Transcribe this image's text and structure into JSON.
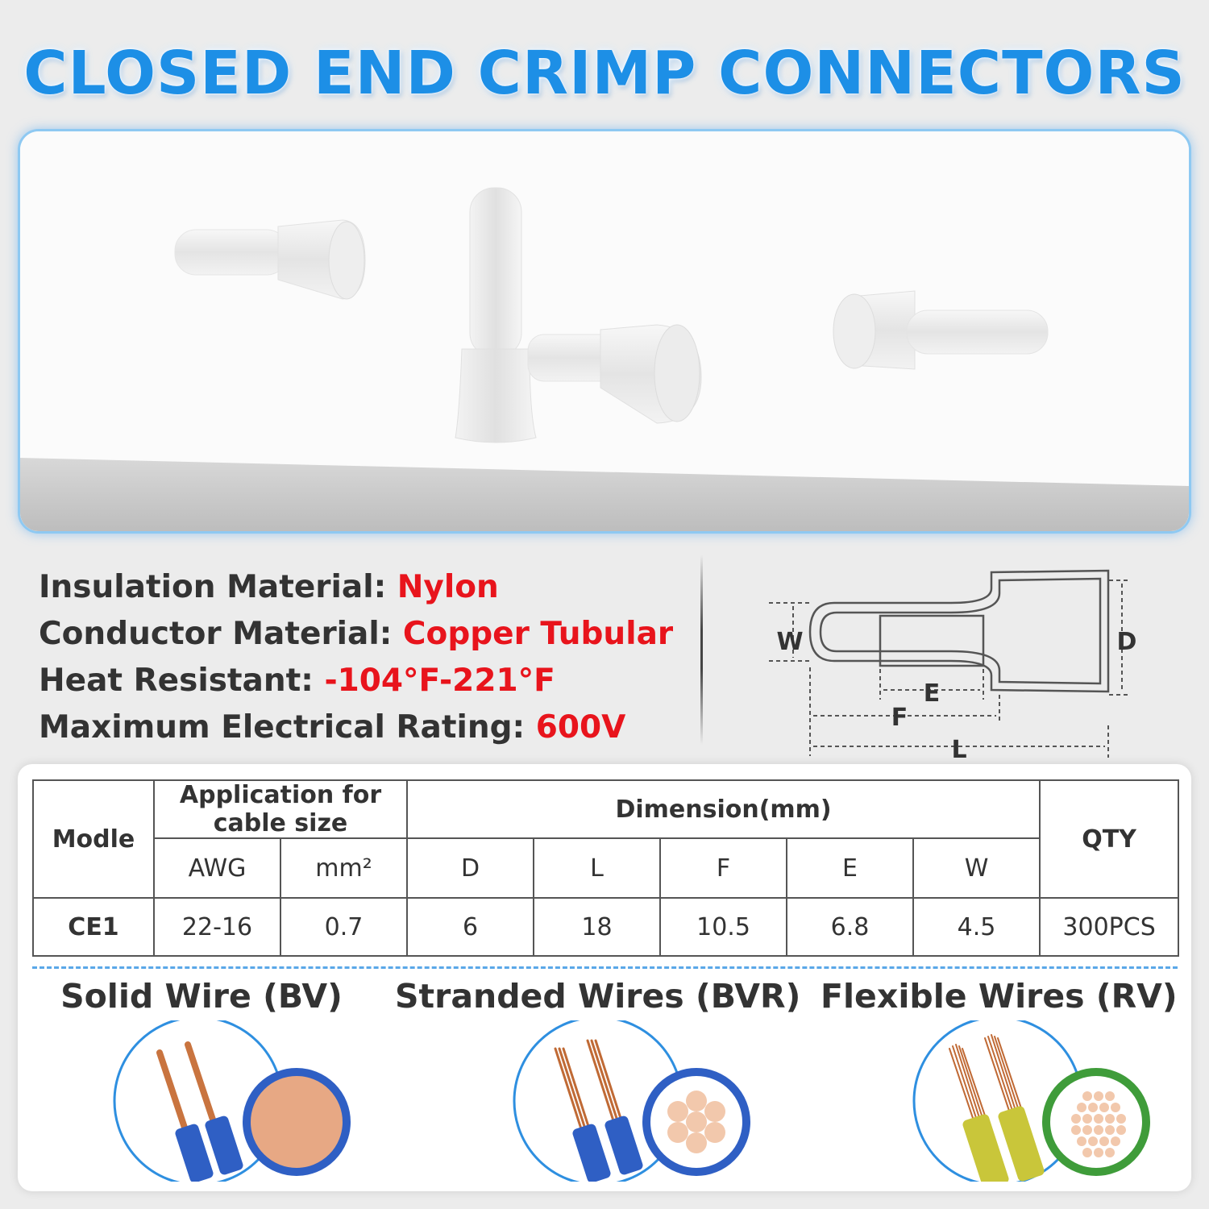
{
  "title": "CLOSED END CRIMP CONNECTORS",
  "specs": [
    {
      "label": "Insulation Material: ",
      "value": "Nylon"
    },
    {
      "label": "Conductor Material: ",
      "value": "Copper Tubular"
    },
    {
      "label": "Heat Resistant: ",
      "value": "-104°F-221°F"
    },
    {
      "label": "Maximum Electrical Rating: ",
      "value": "600V"
    }
  ],
  "diagram": {
    "w": "W",
    "d": "D",
    "e": "E",
    "f": "F",
    "l": "L"
  },
  "table": {
    "model_header": "Modle",
    "application_header": "Application for cable size",
    "dimension_header": "Dimension(mm)",
    "qty_header": "QTY",
    "sub_headers": [
      "AWG",
      "mm²",
      "D",
      "L",
      "F",
      "E",
      "W"
    ],
    "row": {
      "model": "CE1",
      "awg": "22-16",
      "mm2": "0.7",
      "d": "6",
      "l": "18",
      "f": "10.5",
      "e": "6.8",
      "w": "4.5",
      "qty": "300PCS"
    }
  },
  "wires": [
    {
      "label": "Solid Wire (BV)"
    },
    {
      "label": "Stranded Wires (BVR)"
    },
    {
      "label": "Flexible Wires (RV)"
    }
  ],
  "colors": {
    "accent": "#1d8fe6",
    "value_red": "#e8141c",
    "frame_blue": "#8ec9f2",
    "wire_blue": "#2f5fc4",
    "copper": "#c9743f"
  }
}
